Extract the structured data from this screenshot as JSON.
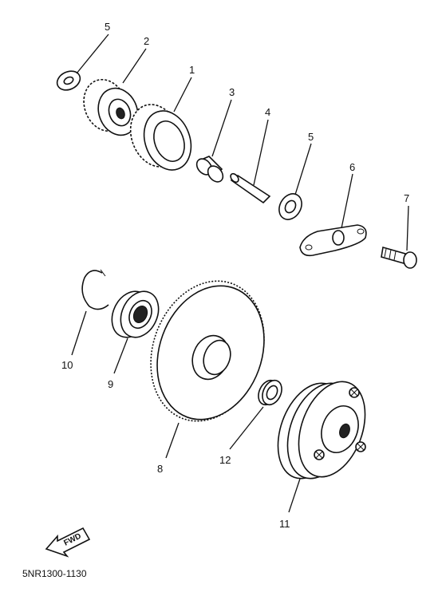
{
  "diagram": {
    "labels": {
      "p1": "1",
      "p2": "2",
      "p3": "3",
      "p4": "4",
      "p5a": "5",
      "p5b": "5",
      "p6": "6",
      "p7": "7",
      "p8": "8",
      "p9": "9",
      "p10": "10",
      "p11": "11",
      "p12": "12"
    },
    "fwd_text": "FWD",
    "code": "5NR1300-1130"
  }
}
